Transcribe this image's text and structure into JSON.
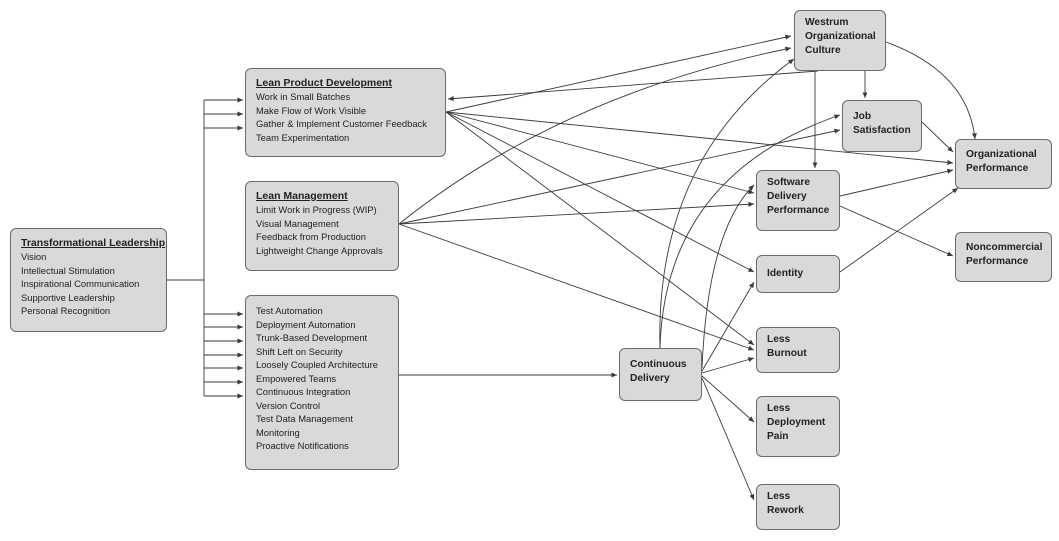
{
  "groups": {
    "transformational_leadership": {
      "title": "Transformational Leadership",
      "items": [
        "Vision",
        "Intellectual Stimulation",
        "Inspirational Communication",
        "Supportive Leadership",
        "Personal Recognition"
      ]
    },
    "lean_product_development": {
      "title": "Lean Product Development",
      "items": [
        "Work in Small Batches",
        "Make Flow of Work Visible",
        "Gather & Implement Customer Feedback",
        "Team Experimentation"
      ]
    },
    "lean_management": {
      "title": "Lean Management",
      "items": [
        "Limit Work in Progress (WIP)",
        "Visual Management",
        "Feedback from Production",
        "Lightweight Change Approvals"
      ]
    },
    "technical_practices": {
      "items": [
        "Test Automation",
        "Deployment Automation",
        "Trunk-Based Development",
        "Shift Left on Security",
        "Loosely Coupled Architecture",
        "Empowered Teams",
        "Continuous Integration",
        "Version Control",
        "Test Data Management",
        "Monitoring",
        "Proactive Notifications"
      ]
    }
  },
  "nodes": {
    "continuous_delivery": "Continuous\nDelivery",
    "westrum_culture": "Westrum\nOrganizational\nCulture",
    "job_satisfaction": "Job\nSatisfaction",
    "software_delivery_performance": "Software\nDelivery\nPerformance",
    "identity": "Identity",
    "less_burnout": "Less\nBurnout",
    "less_deployment_pain": "Less\nDeployment\nPain",
    "less_rework": "Less\nRework",
    "organizational_performance": "Organizational\nPerformance",
    "noncommercial_performance": "Noncommercial\nPerformance"
  },
  "colors": {
    "box_fill": "#d9d9d9",
    "box_border": "#6b6b6b",
    "line": "#3a3a3a"
  }
}
